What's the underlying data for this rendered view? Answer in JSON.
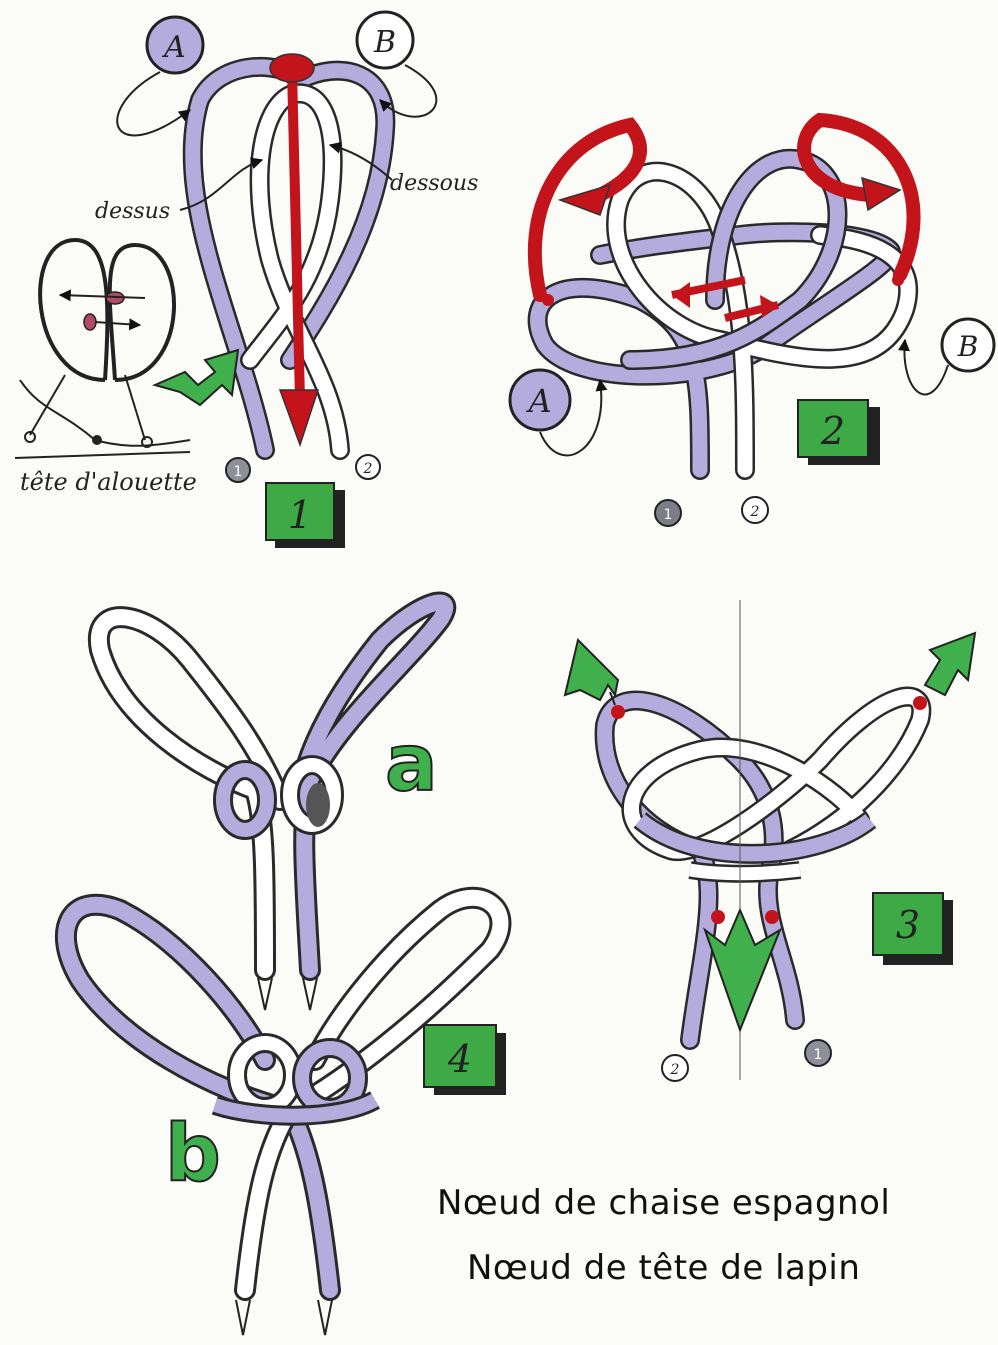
{
  "labels": {
    "circle_a": "A",
    "circle_b": "B",
    "over": "dessus",
    "under": "dessous",
    "larks_head": "tête d'alouette",
    "end_1": "1",
    "end_2": "2",
    "step_a": "a",
    "step_b": "b"
  },
  "steps": [
    "1",
    "2",
    "3",
    "4"
  ],
  "title": {
    "line1": "Nœud de chaise espagnol",
    "line2": "Nœud de tête de lapin"
  },
  "colors": {
    "rope_purple": "#b3acdc",
    "rope_white": "#ffffff",
    "arrow_red": "#c4141b",
    "arrow_green": "#3fb04b",
    "badge_green": "#3daa45"
  }
}
